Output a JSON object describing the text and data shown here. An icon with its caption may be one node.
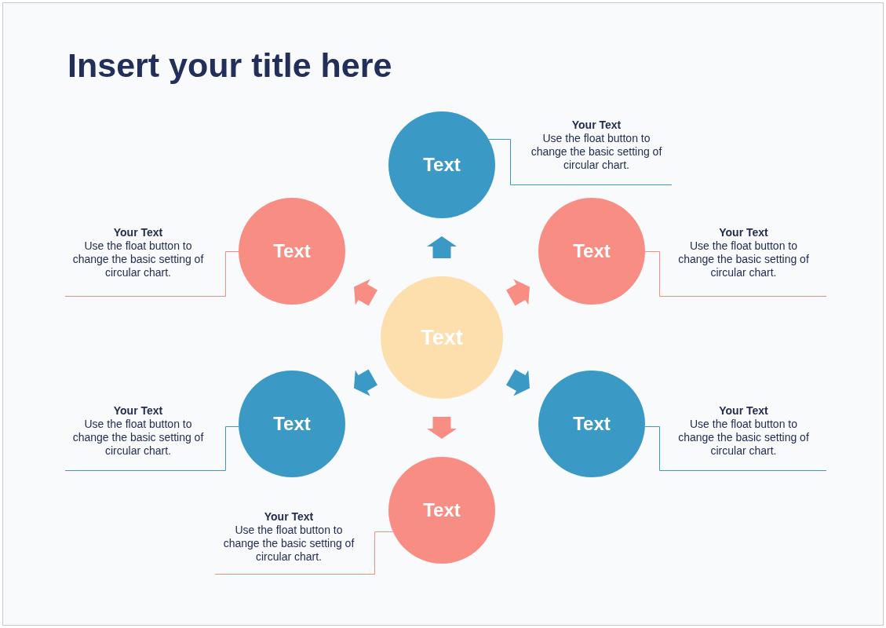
{
  "diagram": {
    "title": "Insert your title here",
    "nodes": [
      {
        "text": [
          "Text"
        ]
      },
      {
        "text": [
          "Text"
        ]
      },
      {
        "text": [
          "Text"
        ]
      },
      {
        "text": [
          "Text"
        ]
      },
      {
        "text": [
          "Text"
        ]
      },
      {
        "text": [
          "Text"
        ]
      },
      {
        "text": [
          "Text"
        ]
      },
      {
        "text": [
          "Your Text",
          "Use the float button to change the basic setting of circular chart."
        ]
      },
      {
        "text": [
          "Your Text",
          "Use the float button to change the basic setting of circular chart."
        ]
      },
      {
        "text": [
          "Your Text",
          "Use the float button to change the basic setting of circular chart."
        ]
      },
      {
        "text": [
          "Your Text",
          "Use the float button to change the basic setting of circular chart."
        ]
      },
      {
        "text": [
          "Your Text",
          "Use the float button to change the basic setting of circular chart."
        ]
      },
      {
        "text": [
          "Your Text",
          "Use the float button to change the basic setting of circular chart."
        ]
      }
    ],
    "edges": [
      {
        "from": 0,
        "to": 1,
        "arrow": "to",
        "style": "thick",
        "color": "#3a99c5"
      },
      {
        "from": 0,
        "to": 2,
        "arrow": "to",
        "style": "thick",
        "color": "#f88d84"
      },
      {
        "from": 0,
        "to": 3,
        "arrow": "to",
        "style": "thick",
        "color": "#3a99c5"
      },
      {
        "from": 0,
        "to": 4,
        "arrow": "to",
        "style": "thick",
        "color": "#f88d84"
      },
      {
        "from": 0,
        "to": 5,
        "arrow": "to",
        "style": "thick",
        "color": "#3a99c5"
      },
      {
        "from": 0,
        "to": 6,
        "arrow": "to",
        "style": "thick",
        "color": "#f88d84"
      },
      {
        "from": 7,
        "to": 1,
        "arrow": "none",
        "color": "#3a99c5"
      },
      {
        "from": 8,
        "to": 2,
        "arrow": "none",
        "color": "#f88d84"
      },
      {
        "from": 9,
        "to": 3,
        "arrow": "none",
        "color": "#3a99c5"
      },
      {
        "from": 10,
        "to": 4,
        "arrow": "none",
        "color": "#f88d84"
      },
      {
        "from": 11,
        "to": 5,
        "arrow": "none",
        "color": "#3a99c5"
      },
      {
        "from": 12,
        "to": 6,
        "arrow": "none",
        "color": "#f88d84"
      }
    ]
  }
}
